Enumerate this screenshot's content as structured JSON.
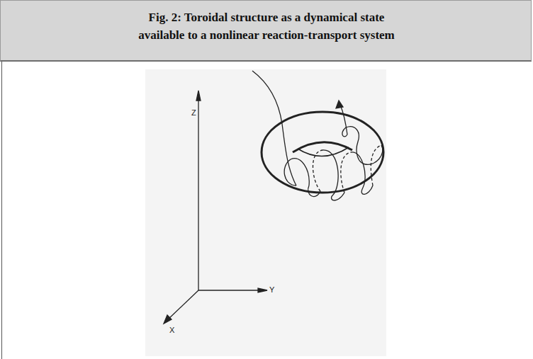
{
  "diagram": {
    "title": "Fig. 2: Toroidal structure as a dynamical state available to a nonlinear reaction-transport system",
    "labels": [
      "Z",
      "Y",
      "X"
    ]
  }
}
